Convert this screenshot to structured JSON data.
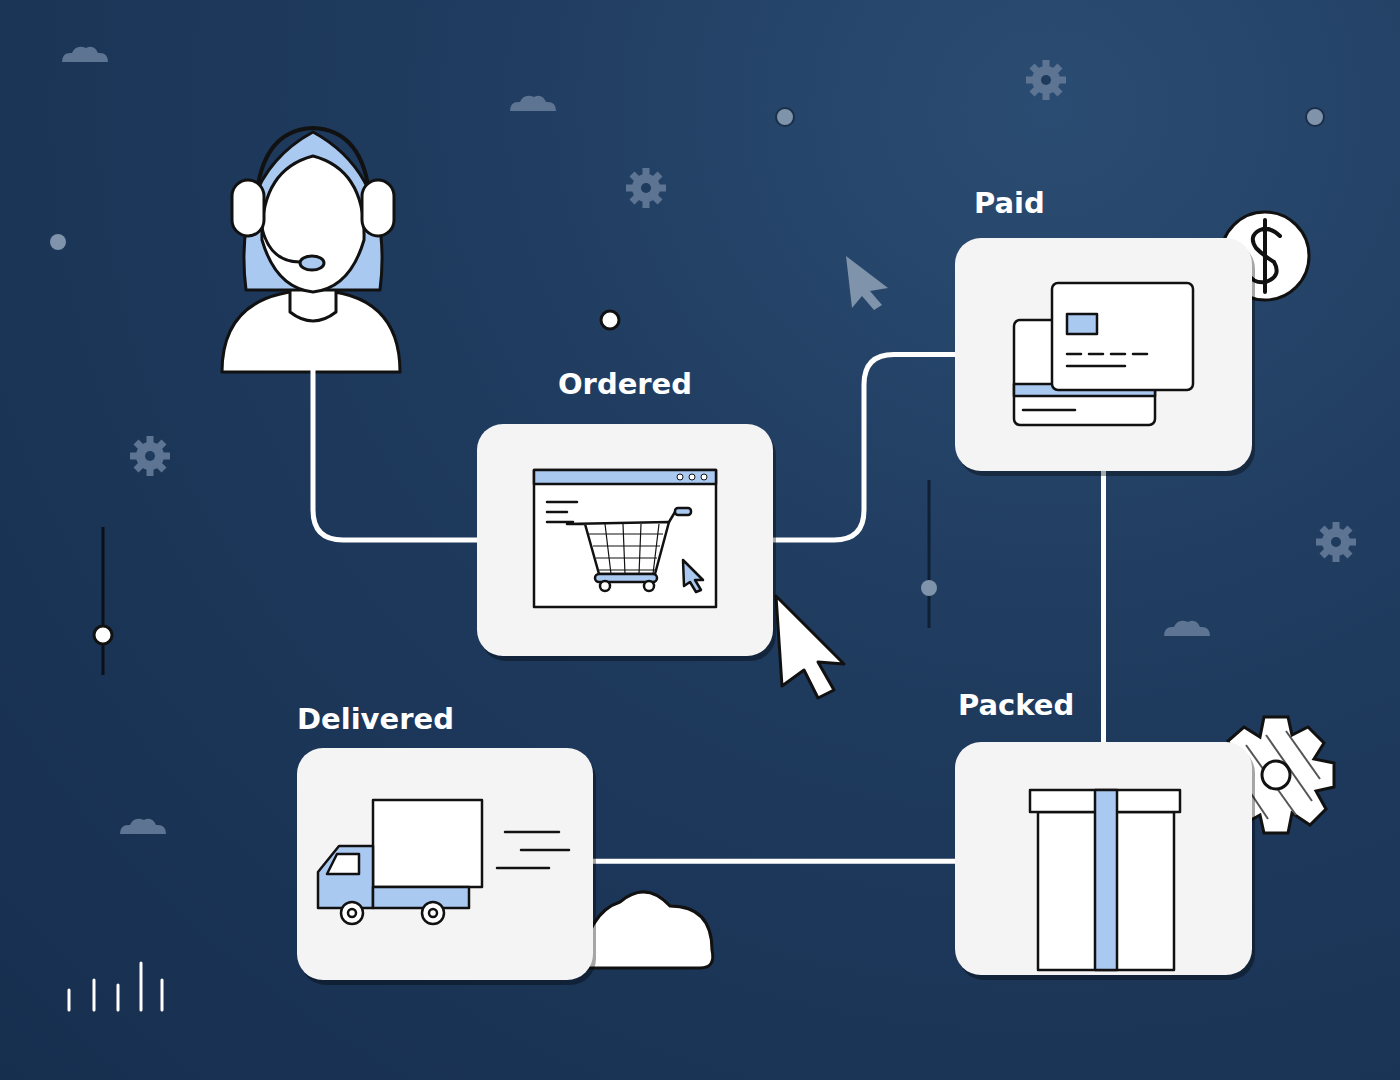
{
  "diagram": {
    "nodes": [
      {
        "text": [
          "Ordered"
        ]
      },
      {
        "text": [
          "Paid"
        ]
      },
      {
        "text": [
          "Packed"
        ]
      },
      {
        "text": [
          "Delivered"
        ]
      }
    ],
    "edges": [
      {
        "from": 0,
        "to": 1,
        "arrow": "none"
      },
      {
        "from": 1,
        "to": 2,
        "arrow": "none"
      },
      {
        "from": 2,
        "to": 3,
        "arrow": "none"
      }
    ]
  }
}
